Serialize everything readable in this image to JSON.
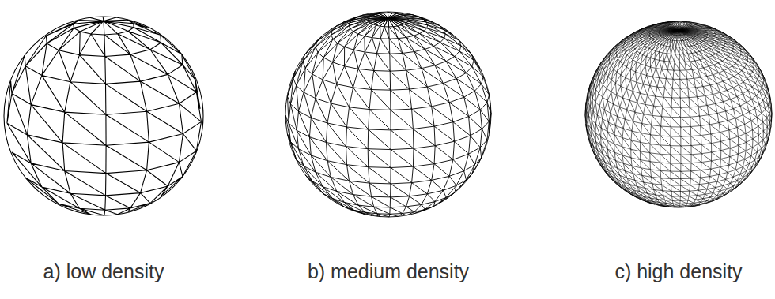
{
  "diagram": {
    "labels": [
      "a) low density",
      "b) medium density",
      "c) high density"
    ]
  }
}
